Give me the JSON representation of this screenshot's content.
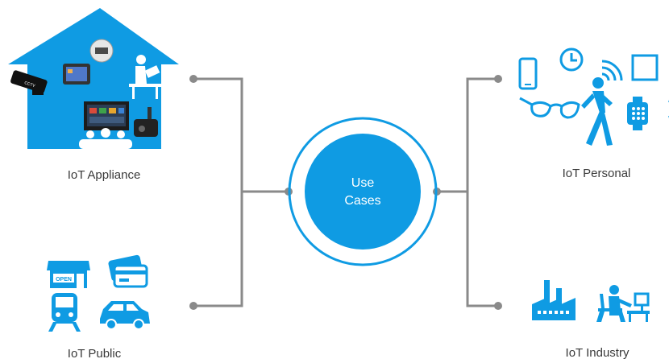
{
  "center": {
    "line1": "Use",
    "line2": "Cases"
  },
  "categories": {
    "appliance": "IoT Appliance",
    "public": "IoT Public",
    "personal": "IoT Personal",
    "industry": "IoT Industry"
  },
  "icon_text": {
    "open_sign": "OPEN",
    "camera_tag": "CCTV"
  },
  "colors": {
    "accent": "#0f9be3",
    "connector": "#8a8a8a",
    "text": "#3a3a3a"
  },
  "icons": {
    "appliance": [
      "house-icon",
      "cctv-camera-icon",
      "tablet-icon",
      "smart-meter-icon",
      "reading-person-icon",
      "tv-icon",
      "audience-icon",
      "speaker-icon"
    ],
    "public": [
      "shop-icon",
      "credit-card-icon",
      "train-icon",
      "car-icon"
    ],
    "personal": [
      "smartphone-icon",
      "clock-icon",
      "wifi-signal-icon",
      "square-icon",
      "partial-ring-icon",
      "glasses-icon",
      "walking-person-icon",
      "smartwatch-icon"
    ],
    "industry": [
      "factory-icon",
      "office-worker-icon"
    ]
  }
}
